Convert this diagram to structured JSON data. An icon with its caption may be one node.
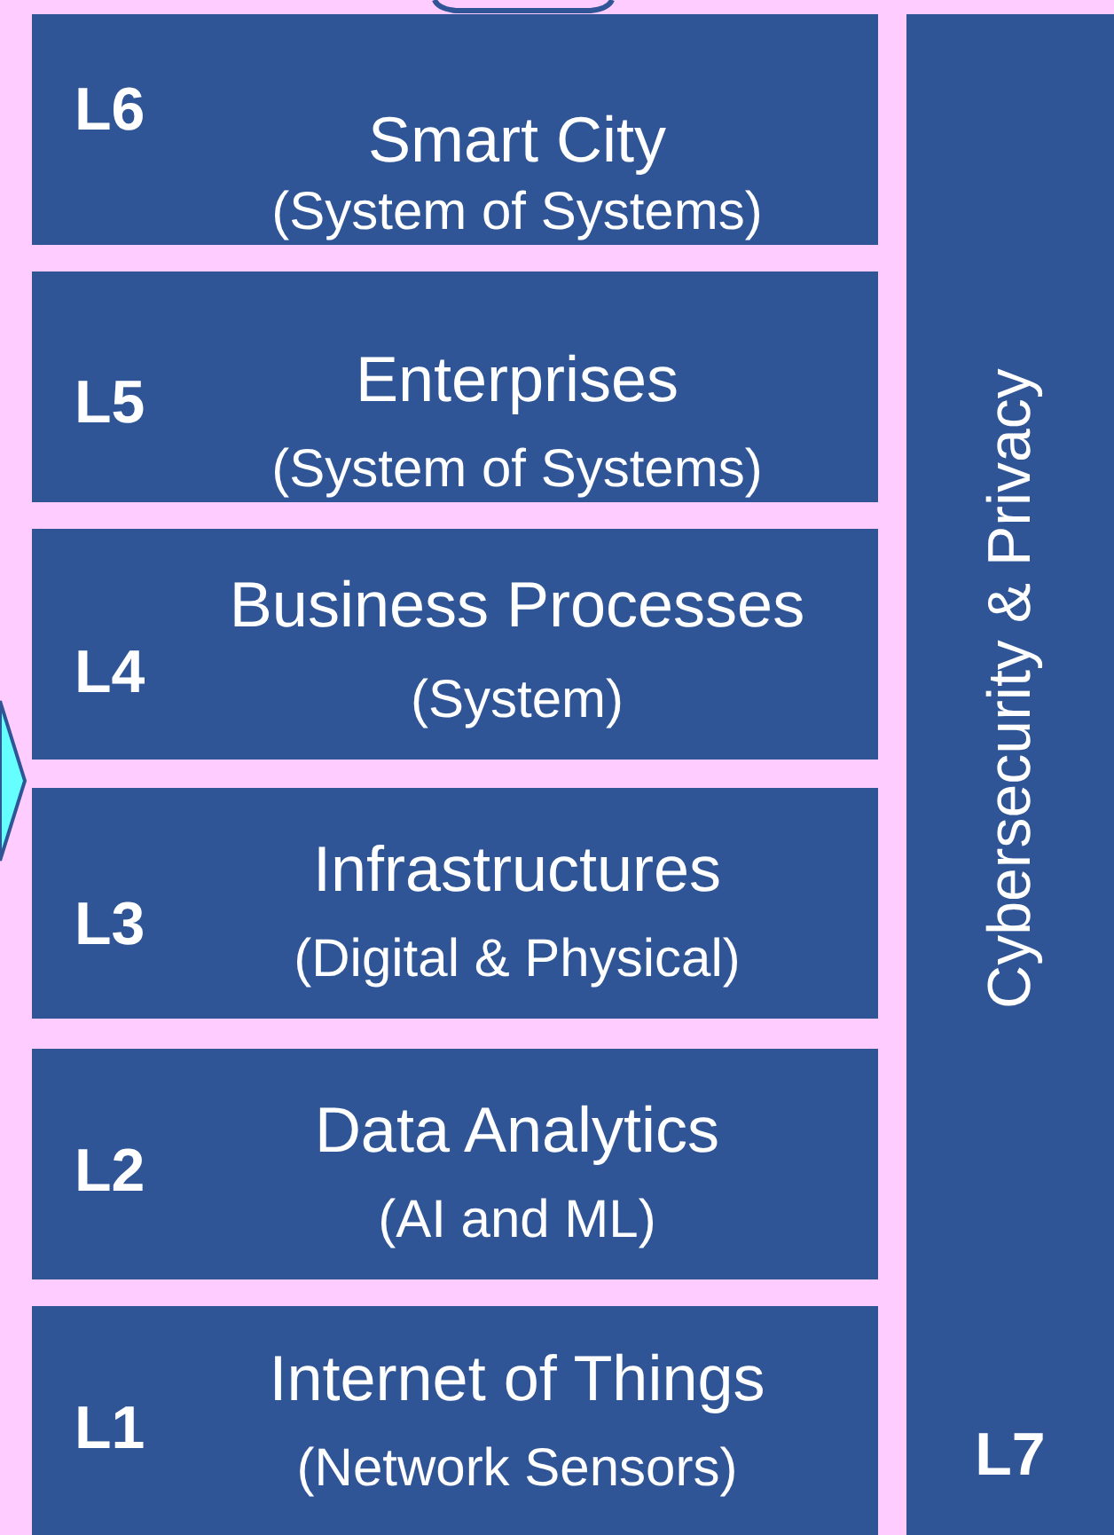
{
  "diagram": {
    "nodes": [
      {
        "text": [
          "L6",
          "Smart City",
          "(System of Systems)"
        ]
      },
      {
        "text": [
          "L5",
          "Enterprises",
          "(System of Systems)"
        ]
      },
      {
        "text": [
          "L4",
          "Business Processes",
          "(System)"
        ]
      },
      {
        "text": [
          "L3",
          "Infrastructures",
          "(Digital & Physical)"
        ]
      },
      {
        "text": [
          "L2",
          "Data Analytics",
          "(AI and ML)"
        ]
      },
      {
        "text": [
          "L1",
          "Internet of Things",
          "(Network Sensors)"
        ]
      },
      {
        "text": [
          "Cybersecurity & Privacy",
          "L7"
        ]
      }
    ]
  }
}
